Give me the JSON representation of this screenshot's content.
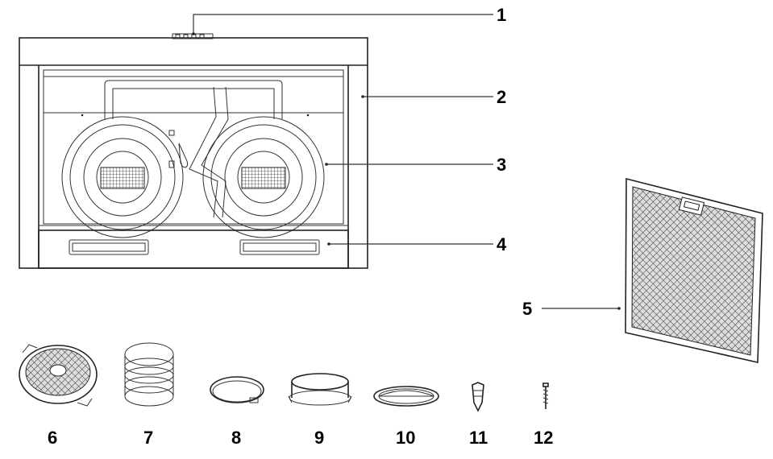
{
  "callouts": [
    {
      "id": "1",
      "label": "1",
      "part": "control-switch-block"
    },
    {
      "id": "2",
      "label": "2",
      "part": "hood-body"
    },
    {
      "id": "3",
      "label": "3",
      "part": "fan-motor-assembly"
    },
    {
      "id": "4",
      "label": "4",
      "part": "light-panel"
    },
    {
      "id": "5",
      "label": "5",
      "part": "grease-filter"
    }
  ],
  "accessories": [
    {
      "label": "6",
      "part": "carbon-filter"
    },
    {
      "label": "7",
      "part": "exhaust-duct"
    },
    {
      "label": "8",
      "part": "hose-clamp"
    },
    {
      "label": "9",
      "part": "duct-adapter"
    },
    {
      "label": "10",
      "part": "backdraft-damper"
    },
    {
      "label": "11",
      "part": "wall-plug"
    },
    {
      "label": "12",
      "part": "screw"
    }
  ],
  "colors": {
    "line": "#222222",
    "background": "#ffffff",
    "mesh": "#444444"
  }
}
